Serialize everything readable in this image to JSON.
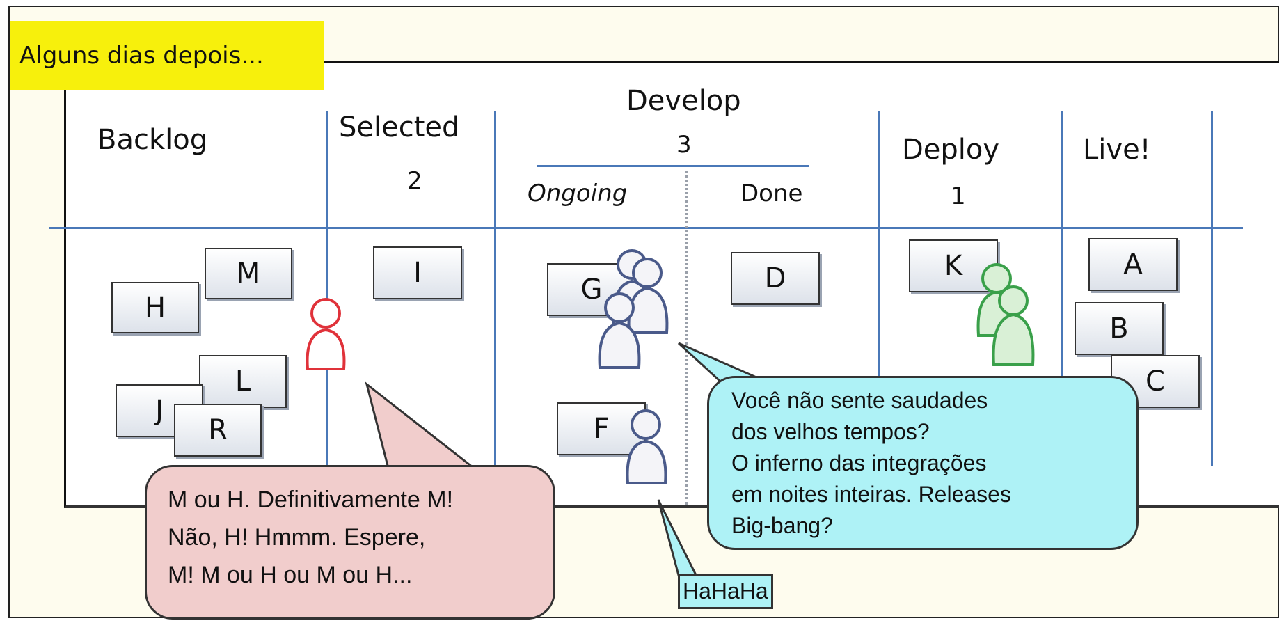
{
  "caption": "Alguns dias depois...",
  "columns": {
    "backlog": {
      "title": "Backlog"
    },
    "selected": {
      "title": "Selected",
      "wip": "2"
    },
    "develop": {
      "title": "Develop",
      "wip": "3",
      "ongoing": "Ongoing",
      "done": "Done"
    },
    "deploy": {
      "title": "Deploy",
      "wip": "1"
    },
    "live": {
      "title": "Live!"
    }
  },
  "cards": {
    "m": "M",
    "h": "H",
    "l": "L",
    "j": "J",
    "r": "R",
    "i": "I",
    "g": "G",
    "f": "F",
    "d": "D",
    "k": "K",
    "a": "A",
    "b": "B",
    "c": "C"
  },
  "speech": {
    "pink": [
      "M ou H. Definitivamente M!",
      "Não, H! Hmmm. Espere,",
      "M! M ou H ou M ou H..."
    ],
    "cyan": [
      "Você não sente saudades",
      "dos velhos tempos?",
      "O inferno das integrações",
      "em noites inteiras. Releases",
      "Big-bang?"
    ],
    "hahaha": "HaHaHa"
  },
  "colors": {
    "caption_bg": "#f7f00c",
    "line_blue": "#4a78b8",
    "pink_bubble": "#f1cdcc",
    "cyan_bubble": "#aef2f6",
    "person_red": "#e0323a",
    "person_blue": "#4a5a8a",
    "person_green": "#3aa04a"
  },
  "icons": [
    "person-icon-red",
    "person-group-icon-blue",
    "person-icon-blue",
    "person-group-icon-green"
  ]
}
